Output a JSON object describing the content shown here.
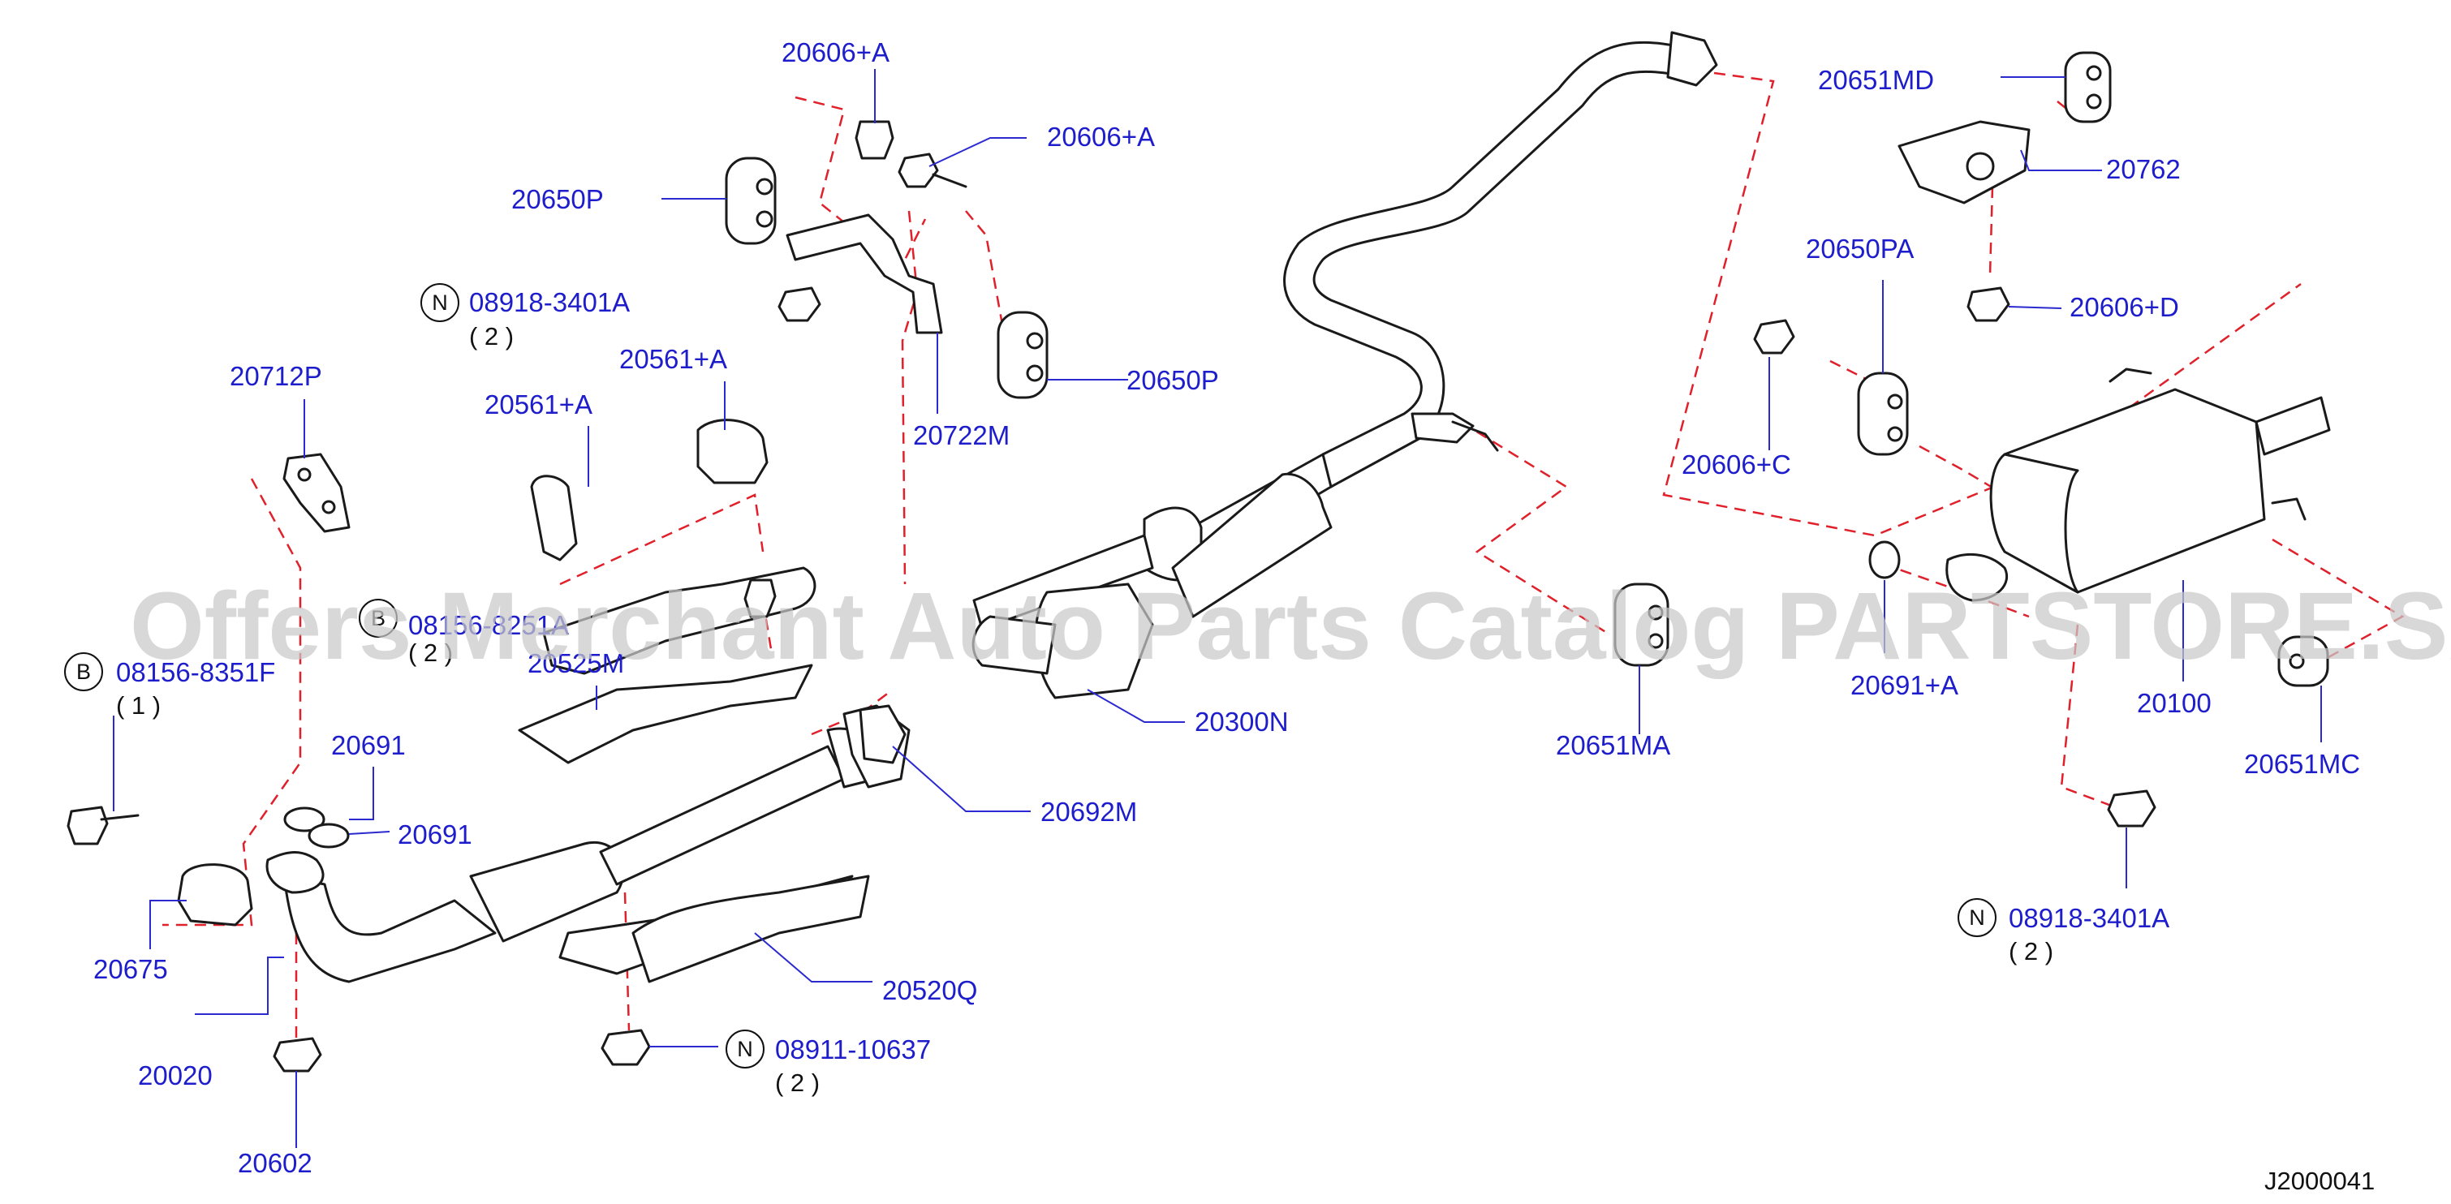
{
  "labels": {
    "l_20606a_top": "20606+A",
    "l_20606a_mid": "20606+A",
    "l_20650p_left": "20650P",
    "l_08918_left": "08918-3401A",
    "l_20712p": "20712P",
    "l_20561a_right": "20561+A",
    "l_20561a_left": "20561+A",
    "l_20650p_right": "20650P",
    "l_20722m": "20722M",
    "l_08156_hidden": "08156-8251A",
    "l_20525m": "20525M",
    "l_08156_8351f": "08156-8351F",
    "l_20691_top": "20691",
    "l_20691_bot": "20691",
    "l_20675": "20675",
    "l_20020": "20020",
    "l_20602": "20602",
    "l_20300n": "20300N",
    "l_20692m": "20692M",
    "l_20520q": "20520Q",
    "l_08911": "08911-10637",
    "l_20651md": "20651MD",
    "l_20762": "20762",
    "l_20650pa": "20650PA",
    "l_20606d": "20606+D",
    "l_20606c": "20606+C",
    "l_20651ma": "20651MA",
    "l_20691a": "20691+A",
    "l_20100": "20100",
    "l_20651mc": "20651MC",
    "l_08918_right": "08918-3401A"
  },
  "quantities": {
    "q_08918_left": "( 2 )",
    "q_08156_hidden": "( 2 )",
    "q_08156_8351f": "( 1 )",
    "q_08911": "( 2 )",
    "q_08918_right": "( 2 )"
  },
  "badges": {
    "b_08918_left": "N",
    "b_08156_hidden": "B",
    "b_08156_8351f": "B",
    "b_08911": "N",
    "b_08918_right": "N"
  },
  "watermark": "Offers Merchant Auto Parts Catalog PARTSTORE.SA",
  "diagram_code": "J2000041",
  "colors": {
    "label": "#1d1dcc",
    "leader": "#2a2ad0",
    "dashed_guide": "#e0202a",
    "outline": "#1a1a1a",
    "watermark": "#c9c9c9"
  }
}
